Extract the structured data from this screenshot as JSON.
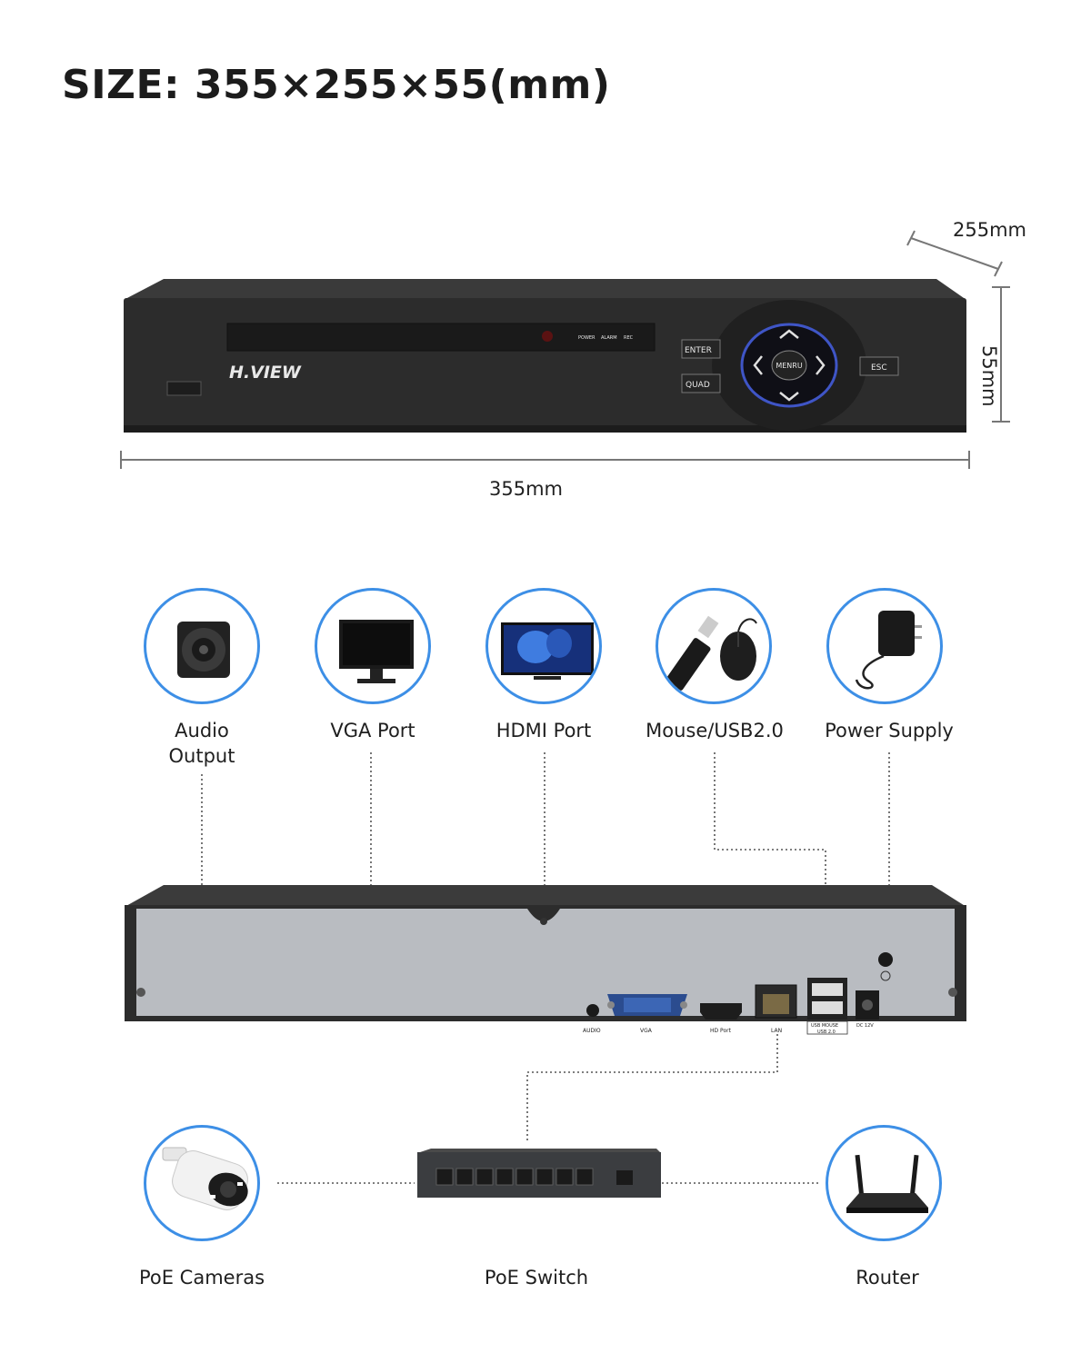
{
  "title": "SIZE: 355×255×55(mm)",
  "dimensions": {
    "depth_label": "255mm",
    "height_label": "55mm",
    "width_label": "355mm"
  },
  "front_panel": {
    "brand": "H.VIEW",
    "indicators": [
      "POWER",
      "ALARM",
      "REC"
    ],
    "buttons": {
      "enter": "ENTER",
      "quad": "QUAD",
      "menu": "MENRU",
      "esc": "ESC"
    }
  },
  "rear_panel": {
    "ports": {
      "audio": "AUDIO",
      "vga": "VGA",
      "hdmi": "HD Port",
      "lan": "LAN",
      "usb_line1": "USB MOUSE",
      "usb_line2": "USB 2.0",
      "dc": "DC 12V"
    }
  },
  "top_devices": [
    {
      "label": "Audio\nOutput",
      "icon": "speaker-icon"
    },
    {
      "label": "VGA Port",
      "icon": "monitor-icon"
    },
    {
      "label": "HDMI Port",
      "icon": "tv-icon"
    },
    {
      "label": "Mouse/USB2.0",
      "icon": "usb-mouse-icon"
    },
    {
      "label": "Power Supply",
      "icon": "power-adapter-icon"
    }
  ],
  "bottom_devices": [
    {
      "label": "PoE Cameras",
      "icon": "camera-icon"
    },
    {
      "label": "PoE Switch",
      "icon": "switch-icon"
    },
    {
      "label": "Router",
      "icon": "router-icon"
    }
  ],
  "colors": {
    "accent": "#3d8fe6",
    "device": "#2b2b2b",
    "rear_panel": "#b9bcc1"
  }
}
